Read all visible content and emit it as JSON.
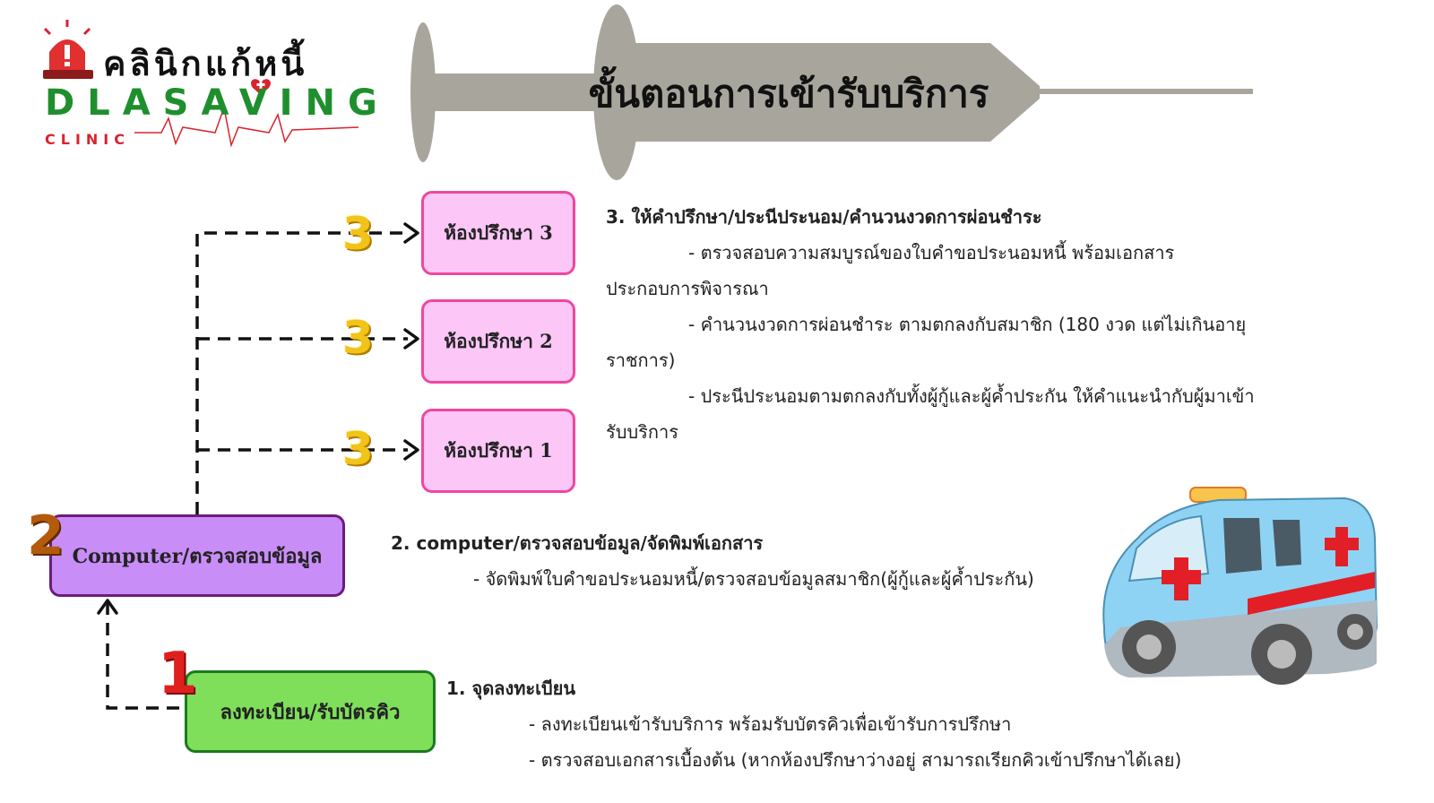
{
  "logo": {
    "thai": "คลินิกแก้หนี้",
    "english": "DLASAVING",
    "sub": "CLINIC"
  },
  "title": "ขั้นตอนการเข้ารับบริการ",
  "rooms": [
    {
      "number": "3",
      "label": "ห้องปรึกษา 3"
    },
    {
      "number": "3",
      "label": "ห้องปรึกษา 2"
    },
    {
      "number": "3",
      "label": "ห้องปรึกษา 1"
    }
  ],
  "computer": {
    "number": "2",
    "label": "Computer/ตรวจสอบข้อมูล"
  },
  "registration": {
    "number": "1",
    "label": "ลงทะเบียน/รับบัตรคิว"
  },
  "step3": {
    "heading": "3. ให้คำปรึกษา/ประนีประนอม/คำนวนงวดการผ่อนชำระ",
    "lines": [
      "- ตรวจสอบความสมบูรณ์ของใบคำขอประนอมหนี้ พร้อมเอกสาร",
      "ประกอบการพิจารณา",
      "- คำนวนงวดการผ่อนชำระ ตามตกลงกับสมาชิก (180 งวด แต่ไม่เกินอายุ",
      "ราชการ)",
      "- ประนีประนอมตามตกลงกับทั้งผู้กู้และผู้ค้ำประกัน ให้คำแนะนำกับผู้มาเข้า",
      "รับบริการ"
    ]
  },
  "step2": {
    "heading": "2. computer/ตรวจสอบข้อมูล/จัดพิมพ์เอกสาร",
    "lines": [
      "- จัดพิมพ์ใบคำขอประนอมหนี้/ตรวจสอบข้อมูลสมาชิก(ผู้กู้และผู้ค้ำประกัน)"
    ]
  },
  "step1": {
    "heading": "1. จุดลงทะเบียน",
    "lines": [
      "- ลงทะเบียนเข้ารับบริการ พร้อมรับบัตรคิวเพื่อเข้ารับการปรึกษา",
      "- ตรวจสอบเอกสารเบื้องต้น (หากห้องปรึกษาว่างอยู่ สามารถเรียกคิวเข้าปรึกษาได้เลย)"
    ]
  },
  "icons": [
    "siren-icon",
    "heart-icon",
    "syringe-icon",
    "ambulance-icon"
  ],
  "colors": {
    "room_fill": "#fcc6f7",
    "room_border": "#f0479e",
    "computer_fill": "#c98df7",
    "computer_border": "#6b1d7c",
    "reg_fill": "#7fdf5b",
    "reg_border": "#1a7a1e",
    "syringe": "#a8a69c"
  }
}
